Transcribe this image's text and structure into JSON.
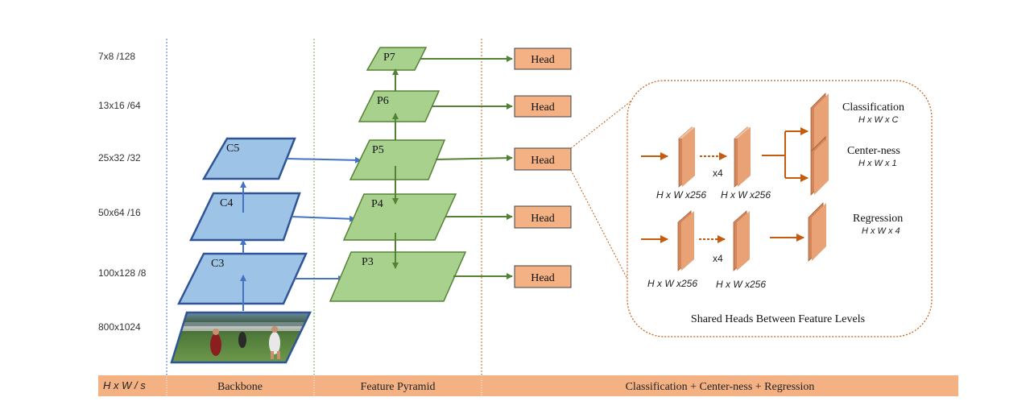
{
  "scale_labels": [
    "7x8  /128",
    "13x16  /64",
    "25x32  /32",
    "50x64  /16",
    "100x128  /8",
    "800x1024"
  ],
  "backbone": {
    "levels": [
      "C3",
      "C4",
      "C5"
    ]
  },
  "pyramid": {
    "levels": [
      "P3",
      "P4",
      "P5",
      "P6",
      "P7"
    ]
  },
  "heads": [
    "Head",
    "Head",
    "Head",
    "Head",
    "Head"
  ],
  "detail": {
    "branch1_labels": [
      "H x W x256",
      "H x W x256"
    ],
    "branch2_labels": [
      "H x W x256",
      "H x W x256"
    ],
    "repeat_1": "x4",
    "repeat_2": "x4",
    "outputs": [
      {
        "name": "Classification",
        "shape": "H x W x C"
      },
      {
        "name": "Center-ness",
        "shape": "H x W x 1"
      },
      {
        "name": "Regression",
        "shape": "H x W x 4"
      }
    ],
    "caption": "Shared Heads Between Feature Levels"
  },
  "footer": {
    "col1": "H x W  / s",
    "col2": "Backbone",
    "col3": "Feature Pyramid",
    "col4": "Classification + Center-ness + Regression"
  },
  "colors": {
    "blue_fill": "#9dc3e6",
    "blue_stroke": "#2f5597",
    "green_fill": "#a9d18e",
    "green_stroke": "#548235",
    "head_fill": "#f4b183",
    "orange_arrow": "#c55a11",
    "footer_fill": "#f4b183",
    "divider_blue": "#4472c4",
    "divider_green": "#70ad47",
    "divider_orange": "#c55a11"
  }
}
